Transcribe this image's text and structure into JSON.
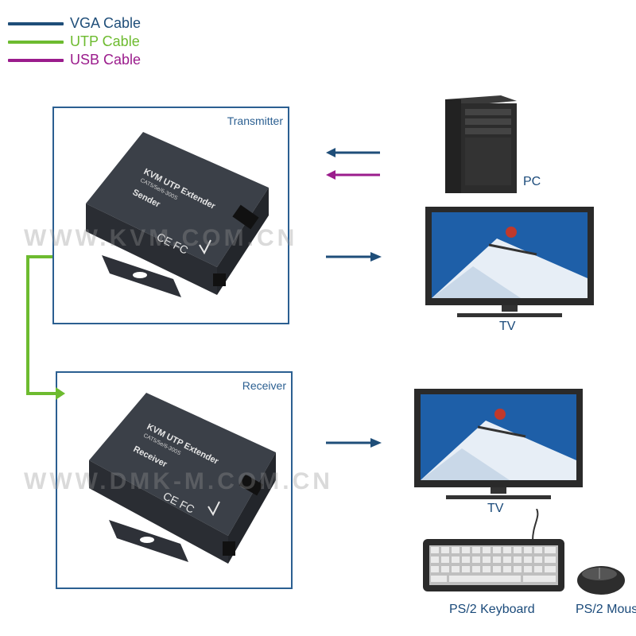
{
  "legend": [
    {
      "label": "VGA Cable",
      "color": "#1f4e79"
    },
    {
      "label": "UTP Cable",
      "color": "#6dbb2f"
    },
    {
      "label": "USB Cable",
      "color": "#9b1c8c"
    }
  ],
  "transmitter": {
    "panel_label": "Transmitter",
    "device_title": "KVM UTP Extender",
    "device_model": "CAT5/5e/6-300S",
    "device_role": "Sender",
    "cert_marks": "CE FC"
  },
  "receiver": {
    "panel_label": "Receiver",
    "device_title": "KVM UTP Extender",
    "device_model": "CAT5/5e/6-300S",
    "device_role": "Receiver",
    "cert_marks": "CE FC"
  },
  "devices": {
    "pc_label": "PC",
    "tv1_label": "TV",
    "tv2_label": "TV",
    "keyboard_label": "PS/2 Keyboard",
    "mouse_label": "PS/2 Mous"
  },
  "watermark": "WWW.KVM.COM.CN",
  "watermark2": "WWW.DMK-M.COM.CN"
}
